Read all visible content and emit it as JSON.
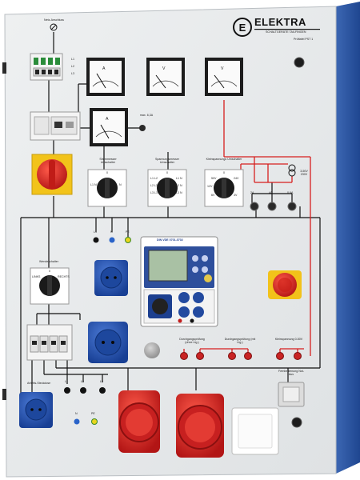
{
  "brand": {
    "name": "ELEKTRA",
    "tagline": "SCHALTGERÄTE TAILFINGEN",
    "model": "Prüftafel PST 1"
  },
  "labels": {
    "netz_anschluss": "Netz-Anschluss",
    "l1": "L1",
    "l2": "L2",
    "l3": "L3",
    "n": "N",
    "pe": "PE",
    "max": "max. 6,3A",
    "strommesser": "Strommesser Umschalter",
    "spannungsmesser": "Spannungsmesser Umschalter",
    "kleinspannung": "Kleinspannungs Umschalter",
    "range_3_50": "3-50V 230V",
    "f_2a": "2A",
    "f_4a": "4A",
    "f_06a": "0,6A",
    "wendeschalter": "Wendeschalter",
    "linkslauf": "LINKS",
    "rechtslauf": "RECHTS",
    "tester_title": "DIN VDE 0701-0702",
    "durchgang_1": "Durchgangsprüfung (ohne Ltg.)",
    "durchgang_2": "Durchgangsprüfung (mit Ltg.)",
    "kleinspannung_out": "Kleinspannung 0-50V",
    "arbeits_schutz": "Arbeits-Steckdose",
    "fernbedienung": "Fernbedienung Not-Aus",
    "amp_unit": "A",
    "volt_unit": "V",
    "sel_0": "0",
    "sel_a_left": "L1 N",
    "sel_a_right": "N",
    "sel_v_l1": "L1 L2",
    "sel_v_l2": "L2 L3",
    "sel_v_l3": "L3 L1",
    "sel_v_r1": "L1 N",
    "sel_v_r2": "L2 N",
    "sel_v_r3": "L3 N",
    "sel_k_l": "12V",
    "sel_k_r": "24V",
    "sel_k_top": "50V",
    "sel_k_bl": "6V",
    "sel_k_br": "3V"
  },
  "colors": {
    "panel": "#e7e9ea",
    "frame_blue": "#2e58a3",
    "socket_blue": "#2551a8",
    "cee_red": "#d42a2a",
    "estop_red": "#d8241c",
    "estop_yellow": "#f0c21a",
    "wire_red": "#d61f1f",
    "wire_black": "#111111"
  }
}
